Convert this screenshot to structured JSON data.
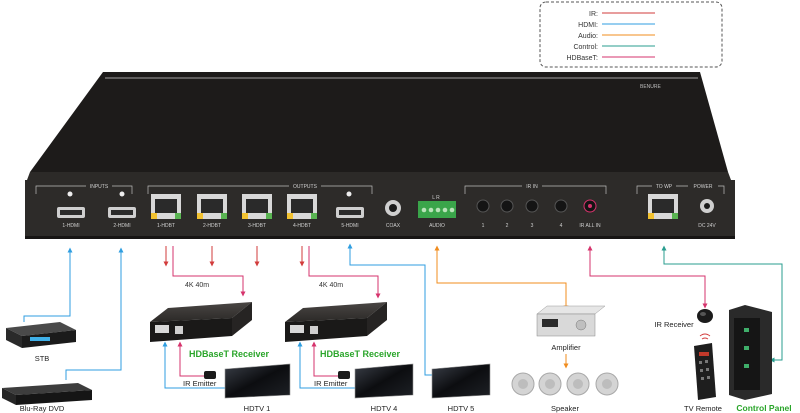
{
  "legend": {
    "items": [
      {
        "label": "IR:",
        "color": "#d23b3b"
      },
      {
        "label": "HDMI:",
        "color": "#2f9ee0"
      },
      {
        "label": "Audio:",
        "color": "#f08c1e"
      },
      {
        "label": "Control:",
        "color": "#2a9d8f"
      },
      {
        "label": "HDBaseT:",
        "color": "#d6336c"
      }
    ]
  },
  "matrix": {
    "brand_mark": "BENURE",
    "groups": {
      "inputs": "INPUTS",
      "outputs": "OUTPUTS",
      "ir_in": "IR IN",
      "to_wp": "TO WP",
      "power": "POWER"
    },
    "ports": {
      "in1": "1-HDMI",
      "in2": "2-HDMI",
      "out1": "1-HDBT",
      "out2": "2-HDBT",
      "out3": "3-HDBT",
      "out4": "4-HDBT",
      "out5": "5-HDMI",
      "coax": "COAX",
      "audio": "AUDIO",
      "ir1": "1",
      "ir2": "2",
      "ir3": "3",
      "ir4": "4",
      "irall": "IR ALL IN",
      "power": "DC 24V"
    },
    "audio_pins": "L   R"
  },
  "links": {
    "hdbt1": "4K 40m",
    "hdbt2": "4K 40m"
  },
  "devices": {
    "stb": "STB",
    "bluray": "Blu-Ray DVD",
    "receiver1": "HDBaseT Receiver",
    "receiver2": "HDBaseT Receiver",
    "emitter1": "IR Emitter",
    "emitter2": "IR Emitter",
    "hdtv1": "HDTV 1",
    "hdtv4": "HDTV 4",
    "hdtv5": "HDTV 5",
    "amplifier": "Amplifier",
    "speaker": "Speaker",
    "ir_receiver": "IR Receiver",
    "tv_remote": "TV Remote",
    "control_panel": "Control Panel"
  }
}
